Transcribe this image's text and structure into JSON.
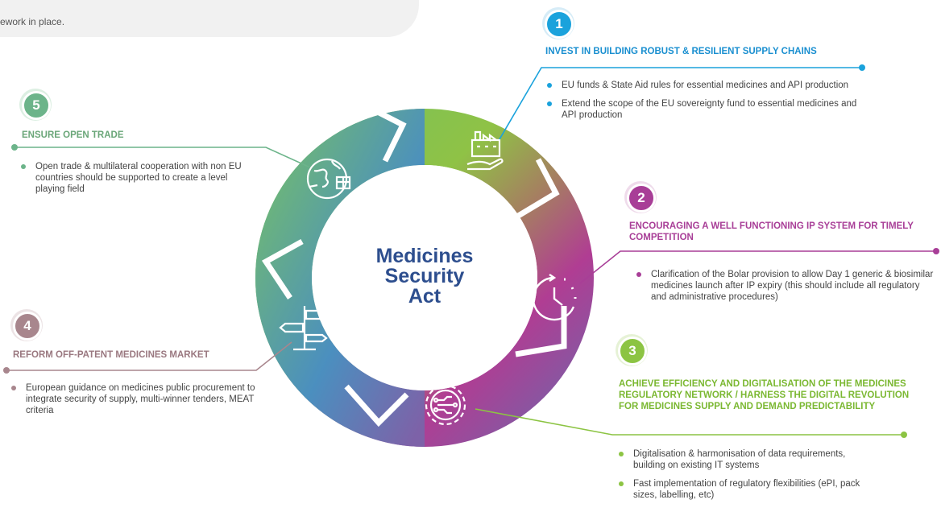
{
  "intro_fragment": "ework in place.",
  "center": {
    "line1": "Medicines",
    "line2": "Security",
    "line3": "Act"
  },
  "colors": {
    "s1": "#1aa2dc",
    "s2": "#a83e97",
    "s3": "#8cc443",
    "s4": "#a8868d",
    "s5": "#6cb48a",
    "center_text": "#2d4e8e"
  },
  "sections": [
    {
      "number": "1",
      "heading": "INVEST IN BUILDING ROBUST & RESILIENT SUPPLY CHAINS",
      "icon": "factory-hand-icon",
      "bullets": [
        "EU funds & State Aid rules for essential medicines and API production",
        "Extend the scope of the EU sovereignty fund to essential medicines and API production"
      ]
    },
    {
      "number": "2",
      "heading": "ENCOURAGING A WELL FUNCTIONING IP SYSTEM FOR TIMELY COMPETITION",
      "icon": "clock-icon",
      "bullets": [
        "Clarification of the Bolar provision to allow Day 1 generic & biosimilar medicines launch after IP expiry (this should include all regulatory and administrative procedures)"
      ]
    },
    {
      "number": "3",
      "heading": "ACHIEVE EFFICIENCY AND DIGITALISATION OF THE MEDICINES REGULATORY NETWORK / HARNESS THE DIGITAL REVOLUTION FOR MEDICINES SUPPLY AND DEMAND PREDICTABILITY",
      "icon": "digital-gear-icon",
      "bullets": [
        "Digitalisation & harmonisation of data requirements, building on existing IT systems",
        "Fast implementation of regulatory flexibilities (ePI, pack sizes, labelling, etc)"
      ]
    },
    {
      "number": "4",
      "heading": "REFORM OFF-PATENT MEDICINES MARKET",
      "icon": "signpost-icon",
      "bullets": [
        "European guidance on medicines public procurement to integrate security of supply, multi-winner tenders, MEAT criteria"
      ]
    },
    {
      "number": "5",
      "heading": "ENSURE OPEN TRADE",
      "icon": "globe-trade-icon",
      "bullets": [
        "Open trade & multilateral cooperation with non EU countries should be supported to create a level playing field"
      ]
    }
  ]
}
